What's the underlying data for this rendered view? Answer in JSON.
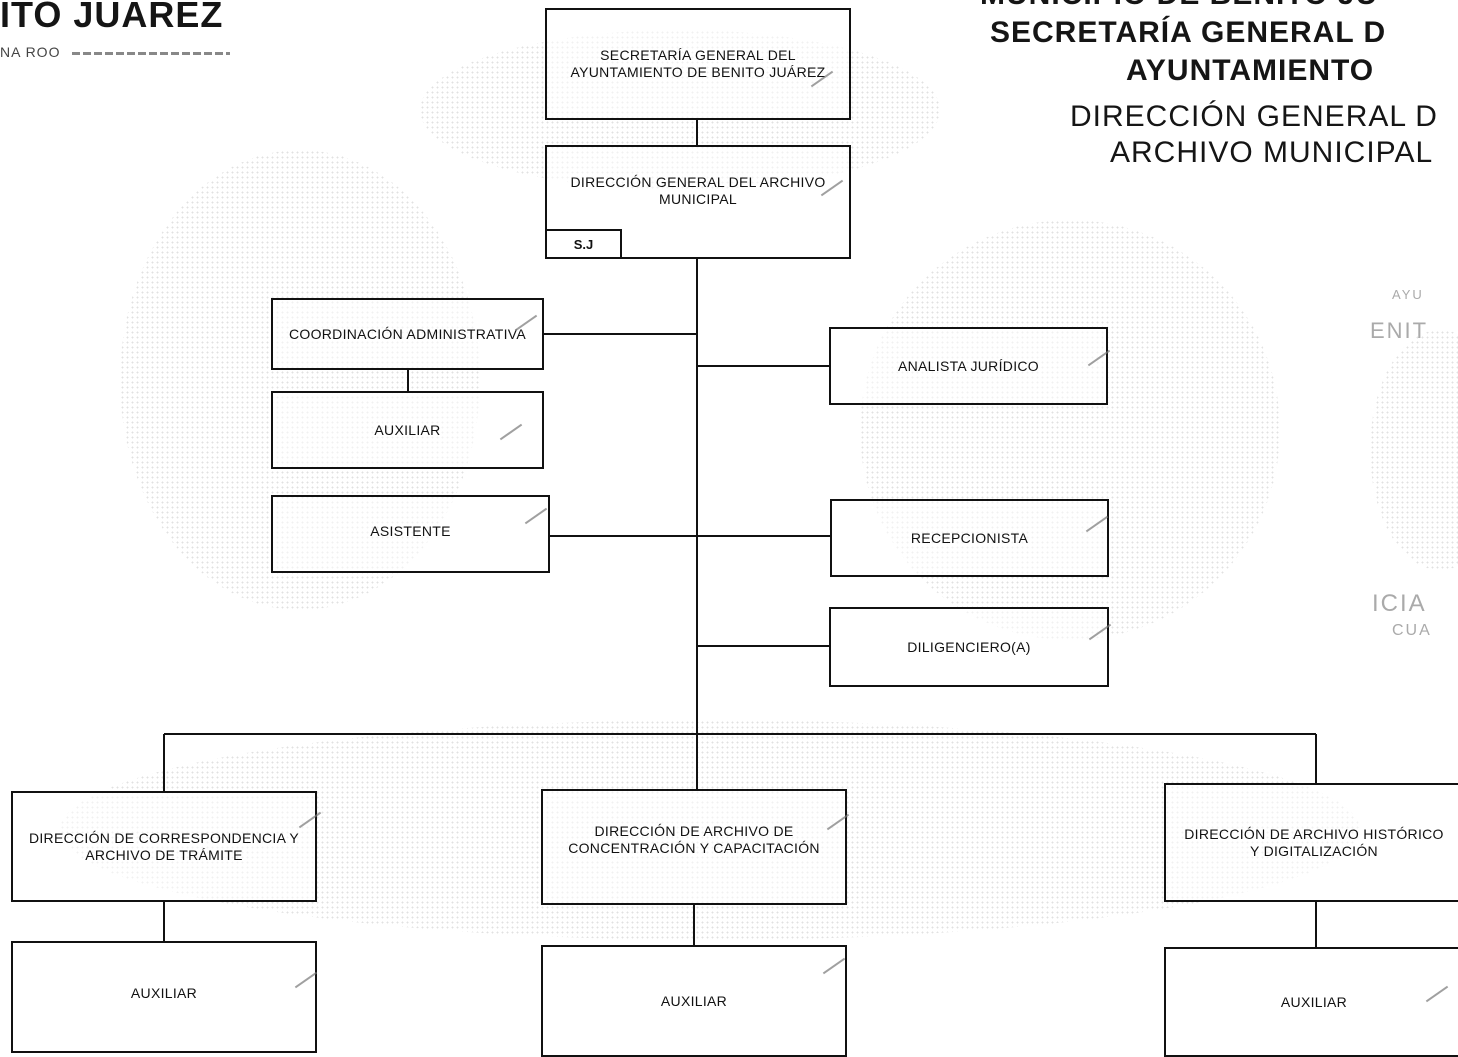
{
  "logo": {
    "line1": "ITO JUÁREZ",
    "line2": "NA ROO"
  },
  "header": {
    "line0": "MUNICIPIO DE BENITO JU",
    "line1": "SECRETARÍA GENERAL D",
    "line2": "AYUNTAMIENTO",
    "line3": "DIRECCIÓN GENERAL D",
    "line4": "ARCHIVO MUNICIPAL"
  },
  "seal": {
    "t1": "AYU",
    "t2": "ENIT",
    "t3": "ICIA",
    "t4": "CUA"
  },
  "org": {
    "secretaria": "SECRETARÍA GENERAL DEL AYUNTAMIENTO DE BENITO JUÁREZ",
    "direccion_general": "DIRECCIÓN GENERAL DEL ARCHIVO MUNICIPAL",
    "sj_tag": "S.J",
    "coordinacion": "COORDINACIÓN ADMINISTRATIVA",
    "auxiliar_coord": "AUXILIAR",
    "asistente": "ASISTENTE",
    "analista": "ANALISTA JURÍDICO",
    "recepcionista": "RECEPCIONISTA",
    "diligenciero": "DILIGENCIERO(A)",
    "dir_correspondencia": "DIRECCIÓN DE CORRESPONDENCIA Y ARCHIVO DE TRÁMITE",
    "dir_concentracion": "DIRECCIÓN DE ARCHIVO DE CONCENTRACIÓN Y CAPACITACIÓN",
    "dir_historico": "DIRECCIÓN DE ARCHIVO HISTÓRICO Y DIGITALIZACIÓN",
    "auxiliar_1": "AUXILIAR",
    "auxiliar_2": "AUXILIAR",
    "auxiliar_3": "AUXILIAR"
  }
}
